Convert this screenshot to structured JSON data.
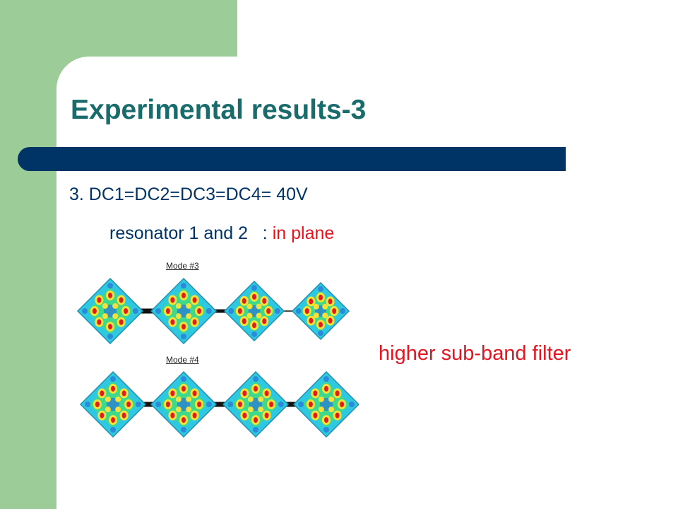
{
  "slide": {
    "title": "Experimental results-3",
    "line1": "3. DC1=DC2=DC3=DC4= 40V",
    "line2_prefix": "resonator 1 and 2   : ",
    "line2_highlight": "in plane",
    "note": "higher sub-band filter"
  },
  "figure": {
    "mode3_label": "Mode #3",
    "mode4_label": "Mode #4"
  },
  "colors": {
    "sidebar_green": "#9ccc97",
    "title_teal": "#1a6b6b",
    "bar_navy": "#003366",
    "highlight_red": "#e6141e",
    "field_cyan": "#2ec8e0",
    "field_green": "#44dd77",
    "field_yellow": "#f4e23a",
    "field_red": "#e21d1d",
    "field_blue": "#2a7ad8"
  }
}
